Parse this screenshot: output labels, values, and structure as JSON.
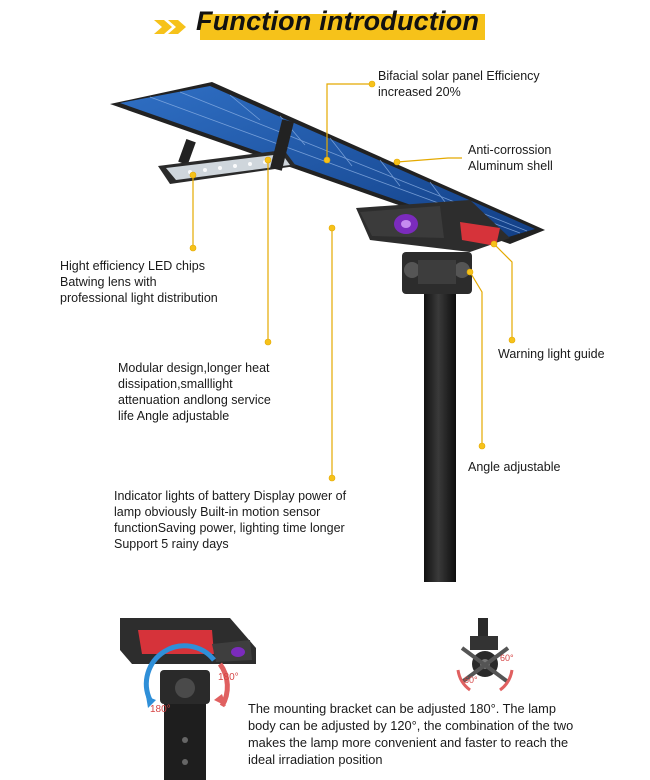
{
  "title": "Function introduction",
  "colors": {
    "accent": "#f6c21a",
    "leader_line": "#e4a900",
    "panel_blue": "#1f5fb0",
    "housing": "#2b2b2b",
    "warning_red": "#d6333a",
    "indicator_purple": "#7b2bbd"
  },
  "callouts": {
    "solar_panel": "Bifacial solar panel Efficiency\nincreased 20%",
    "shell": "Anti-corrossion\nAluminum shell",
    "led_chips": "Hight efficiency LED chips\nBatwing lens with\nprofessional light distribution",
    "modular": "Modular design,longer heat\ndissipation,smalllight\nattenuation andlong service\nlife Angle adjustable",
    "warning_light": "Warning light guide",
    "angle": "Angle adjustable",
    "indicator": "Indicator lights of battery Display power of\nlamp obviously Built-in motion sensor\nfunctionSaving power, lighting time longer\nSupport 5 rainy days"
  },
  "bottom": {
    "description": "The mounting bracket can be adjusted 180°. The lamp\nbody can be adjusted by 120°, the combination of the two\nmakes the lamp more convenient and faster to reach the\nideal irradiation position",
    "angle_a": "180°",
    "angle_b": "180°",
    "angle_c": "60°",
    "angle_d": "60°"
  }
}
